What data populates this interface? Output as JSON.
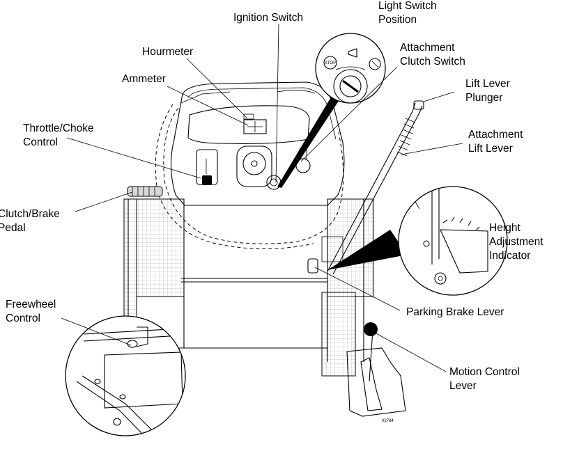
{
  "labels": {
    "ignition_switch": "Ignition Switch",
    "light_switch_line1": "Light Switch",
    "light_switch_line2": "Position",
    "attachment_clutch_line1": "Attachment",
    "attachment_clutch_line2": "Clutch Switch",
    "hourmeter": "Hourmeter",
    "ammeter": "Ammeter",
    "lift_plunger_line1": "Lift Lever",
    "lift_plunger_line2": "Plunger",
    "throttle_line1": "Throttle/Choke",
    "throttle_line2": "Control",
    "lift_lever_line1": "Attachment",
    "lift_lever_line2": "Lift Lever",
    "clutch_line1": "Clutch/Brake",
    "clutch_line2": "Pedal",
    "height_line1": "Height",
    "height_line2": "Adjustment",
    "height_line3": "Indicator",
    "freewheel_line1": "Freewheel",
    "freewheel_line2": "Control",
    "parking_brake": "Parking Brake Lever",
    "motion_line1": "Motion Control",
    "motion_line2": "Lever",
    "stop_badge": "STOP",
    "figure_id": "02784"
  }
}
